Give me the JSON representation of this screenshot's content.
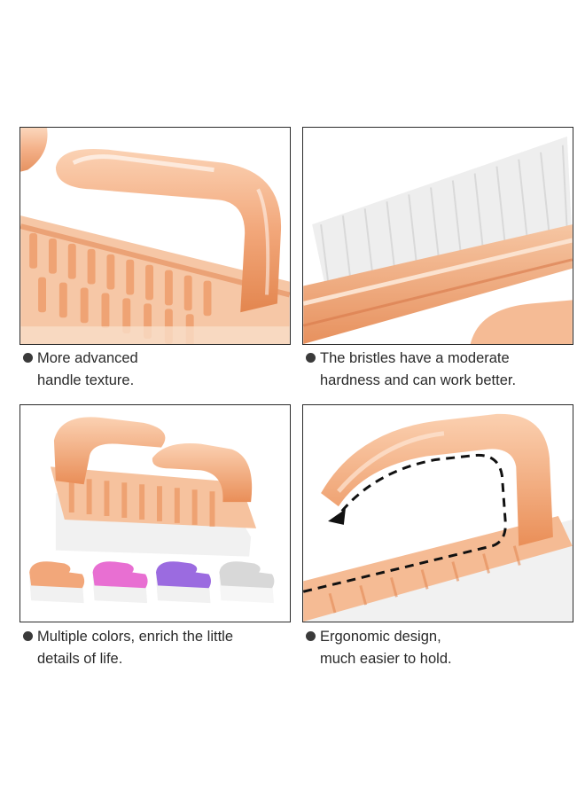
{
  "colors": {
    "brush_orange": "#f2a77a",
    "brush_orange_dark": "#e07e4c",
    "brush_pink": "#e86fd2",
    "brush_purple": "#9b6be0",
    "brush_clear": "#d8d8d8",
    "bristle": "#f4f4f4",
    "text": "#2a2a2a"
  },
  "features": [
    {
      "id": "texture",
      "line1": "More advanced",
      "line2": "handle texture."
    },
    {
      "id": "bristles",
      "line1": "The bristles have a moderate",
      "line2": "hardness and can work better."
    },
    {
      "id": "colors",
      "line1": "Multiple colors, enrich the little",
      "line2": "details of life."
    },
    {
      "id": "ergonomic",
      "line1": "Ergonomic design,",
      "line2": "much easier to hold."
    }
  ],
  "color_variants": [
    "orange-brush",
    "pink-brush",
    "purple-brush",
    "clear-brush"
  ]
}
